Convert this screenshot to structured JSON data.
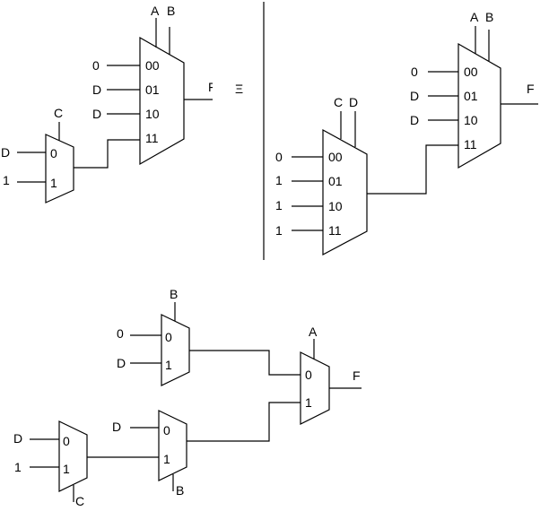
{
  "diagram1": {
    "mux4": {
      "selects": [
        "A",
        "B"
      ],
      "inputs": [
        {
          "sel": "00",
          "value": "0"
        },
        {
          "sel": "01",
          "value": "D"
        },
        {
          "sel": "10",
          "value": "D"
        },
        {
          "sel": "11",
          "value": ""
        }
      ],
      "output": "F"
    },
    "mux2": {
      "select": "C",
      "inputs": [
        {
          "sel": "0",
          "value": "D"
        },
        {
          "sel": "1",
          "value": "1"
        }
      ]
    },
    "cropped_text": "Ξ"
  },
  "diagram2": {
    "mux_left": {
      "selects": [
        "C",
        "D"
      ],
      "inputs": [
        {
          "sel": "00",
          "value": "0"
        },
        {
          "sel": "01",
          "value": "1"
        },
        {
          "sel": "10",
          "value": "1"
        },
        {
          "sel": "11",
          "value": "1"
        }
      ]
    },
    "mux_right": {
      "selects": [
        "A",
        "B"
      ],
      "inputs": [
        {
          "sel": "00",
          "value": "0"
        },
        {
          "sel": "01",
          "value": "D"
        },
        {
          "sel": "10",
          "value": "D"
        },
        {
          "sel": "11",
          "value": ""
        }
      ],
      "output": "F"
    }
  },
  "diagram3": {
    "mux_b_top": {
      "select": "B",
      "inputs": [
        {
          "sel": "0",
          "value": "0"
        },
        {
          "sel": "1",
          "value": "D"
        }
      ]
    },
    "mux_c": {
      "select": "C",
      "inputs": [
        {
          "sel": "0",
          "value": "D"
        },
        {
          "sel": "1",
          "value": "1"
        }
      ]
    },
    "mux_b_bottom": {
      "select": "B",
      "inputs": [
        {
          "sel": "0",
          "value": "D"
        },
        {
          "sel": "1",
          "value": ""
        }
      ]
    },
    "mux_a": {
      "select": "A",
      "inputs": [
        {
          "sel": "0",
          "value": ""
        },
        {
          "sel": "1",
          "value": ""
        }
      ],
      "output": "F"
    }
  }
}
